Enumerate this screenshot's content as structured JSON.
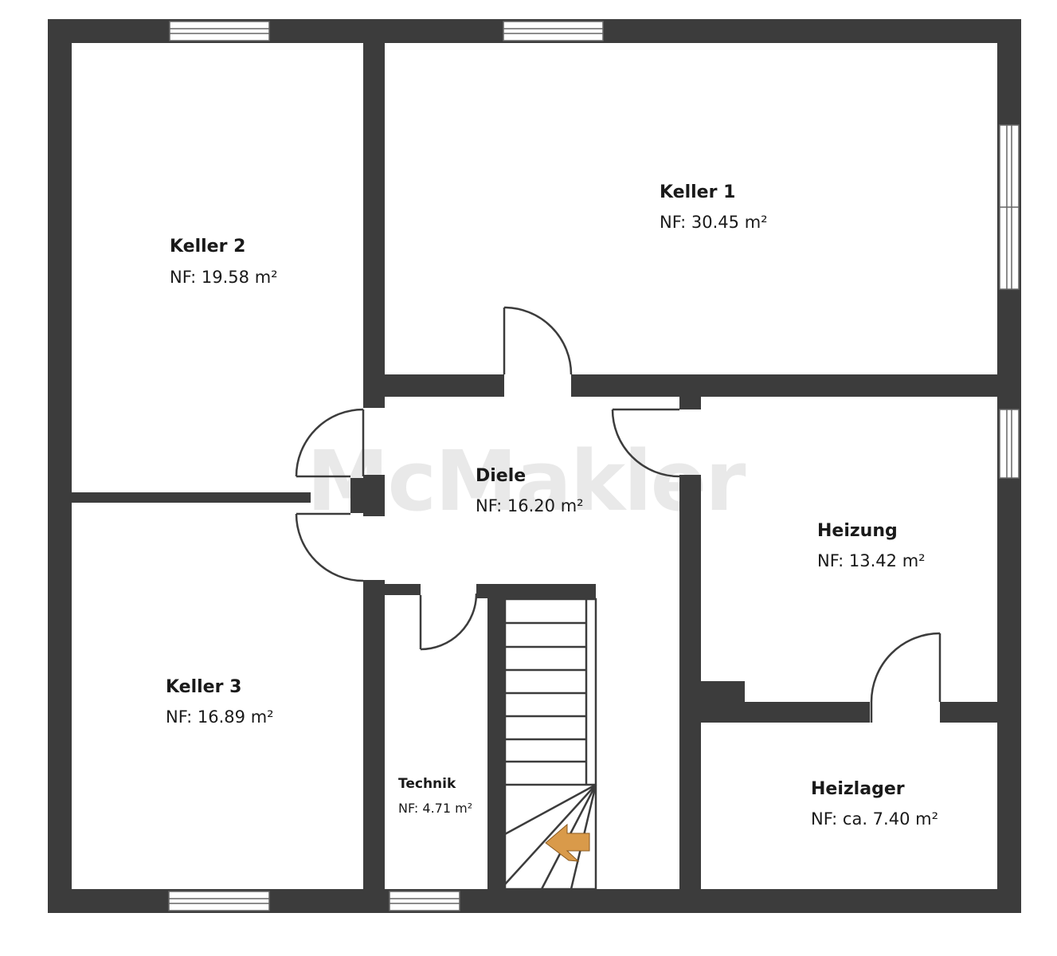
{
  "watermark": "McMakler",
  "rooms": {
    "keller1": {
      "name": "Keller 1",
      "area": "NF: 30.45 m²"
    },
    "keller2": {
      "name": "Keller 2",
      "area": "NF: 19.58 m²"
    },
    "keller3": {
      "name": "Keller 3",
      "area": "NF: 16.89 m²"
    },
    "diele": {
      "name": "Diele",
      "area": "NF: 16.20 m²"
    },
    "heizung": {
      "name": "Heizung",
      "area": "NF: 13.42 m²"
    },
    "technik": {
      "name": "Technik",
      "area": "NF: 4.71 m²"
    },
    "heizlager": {
      "name": "Heizlager",
      "area": "NF: ca. 7.40 m²"
    }
  },
  "colors": {
    "wall": "#3c3c3c",
    "arrow": "#d99a4a",
    "background": "#ffffff"
  }
}
